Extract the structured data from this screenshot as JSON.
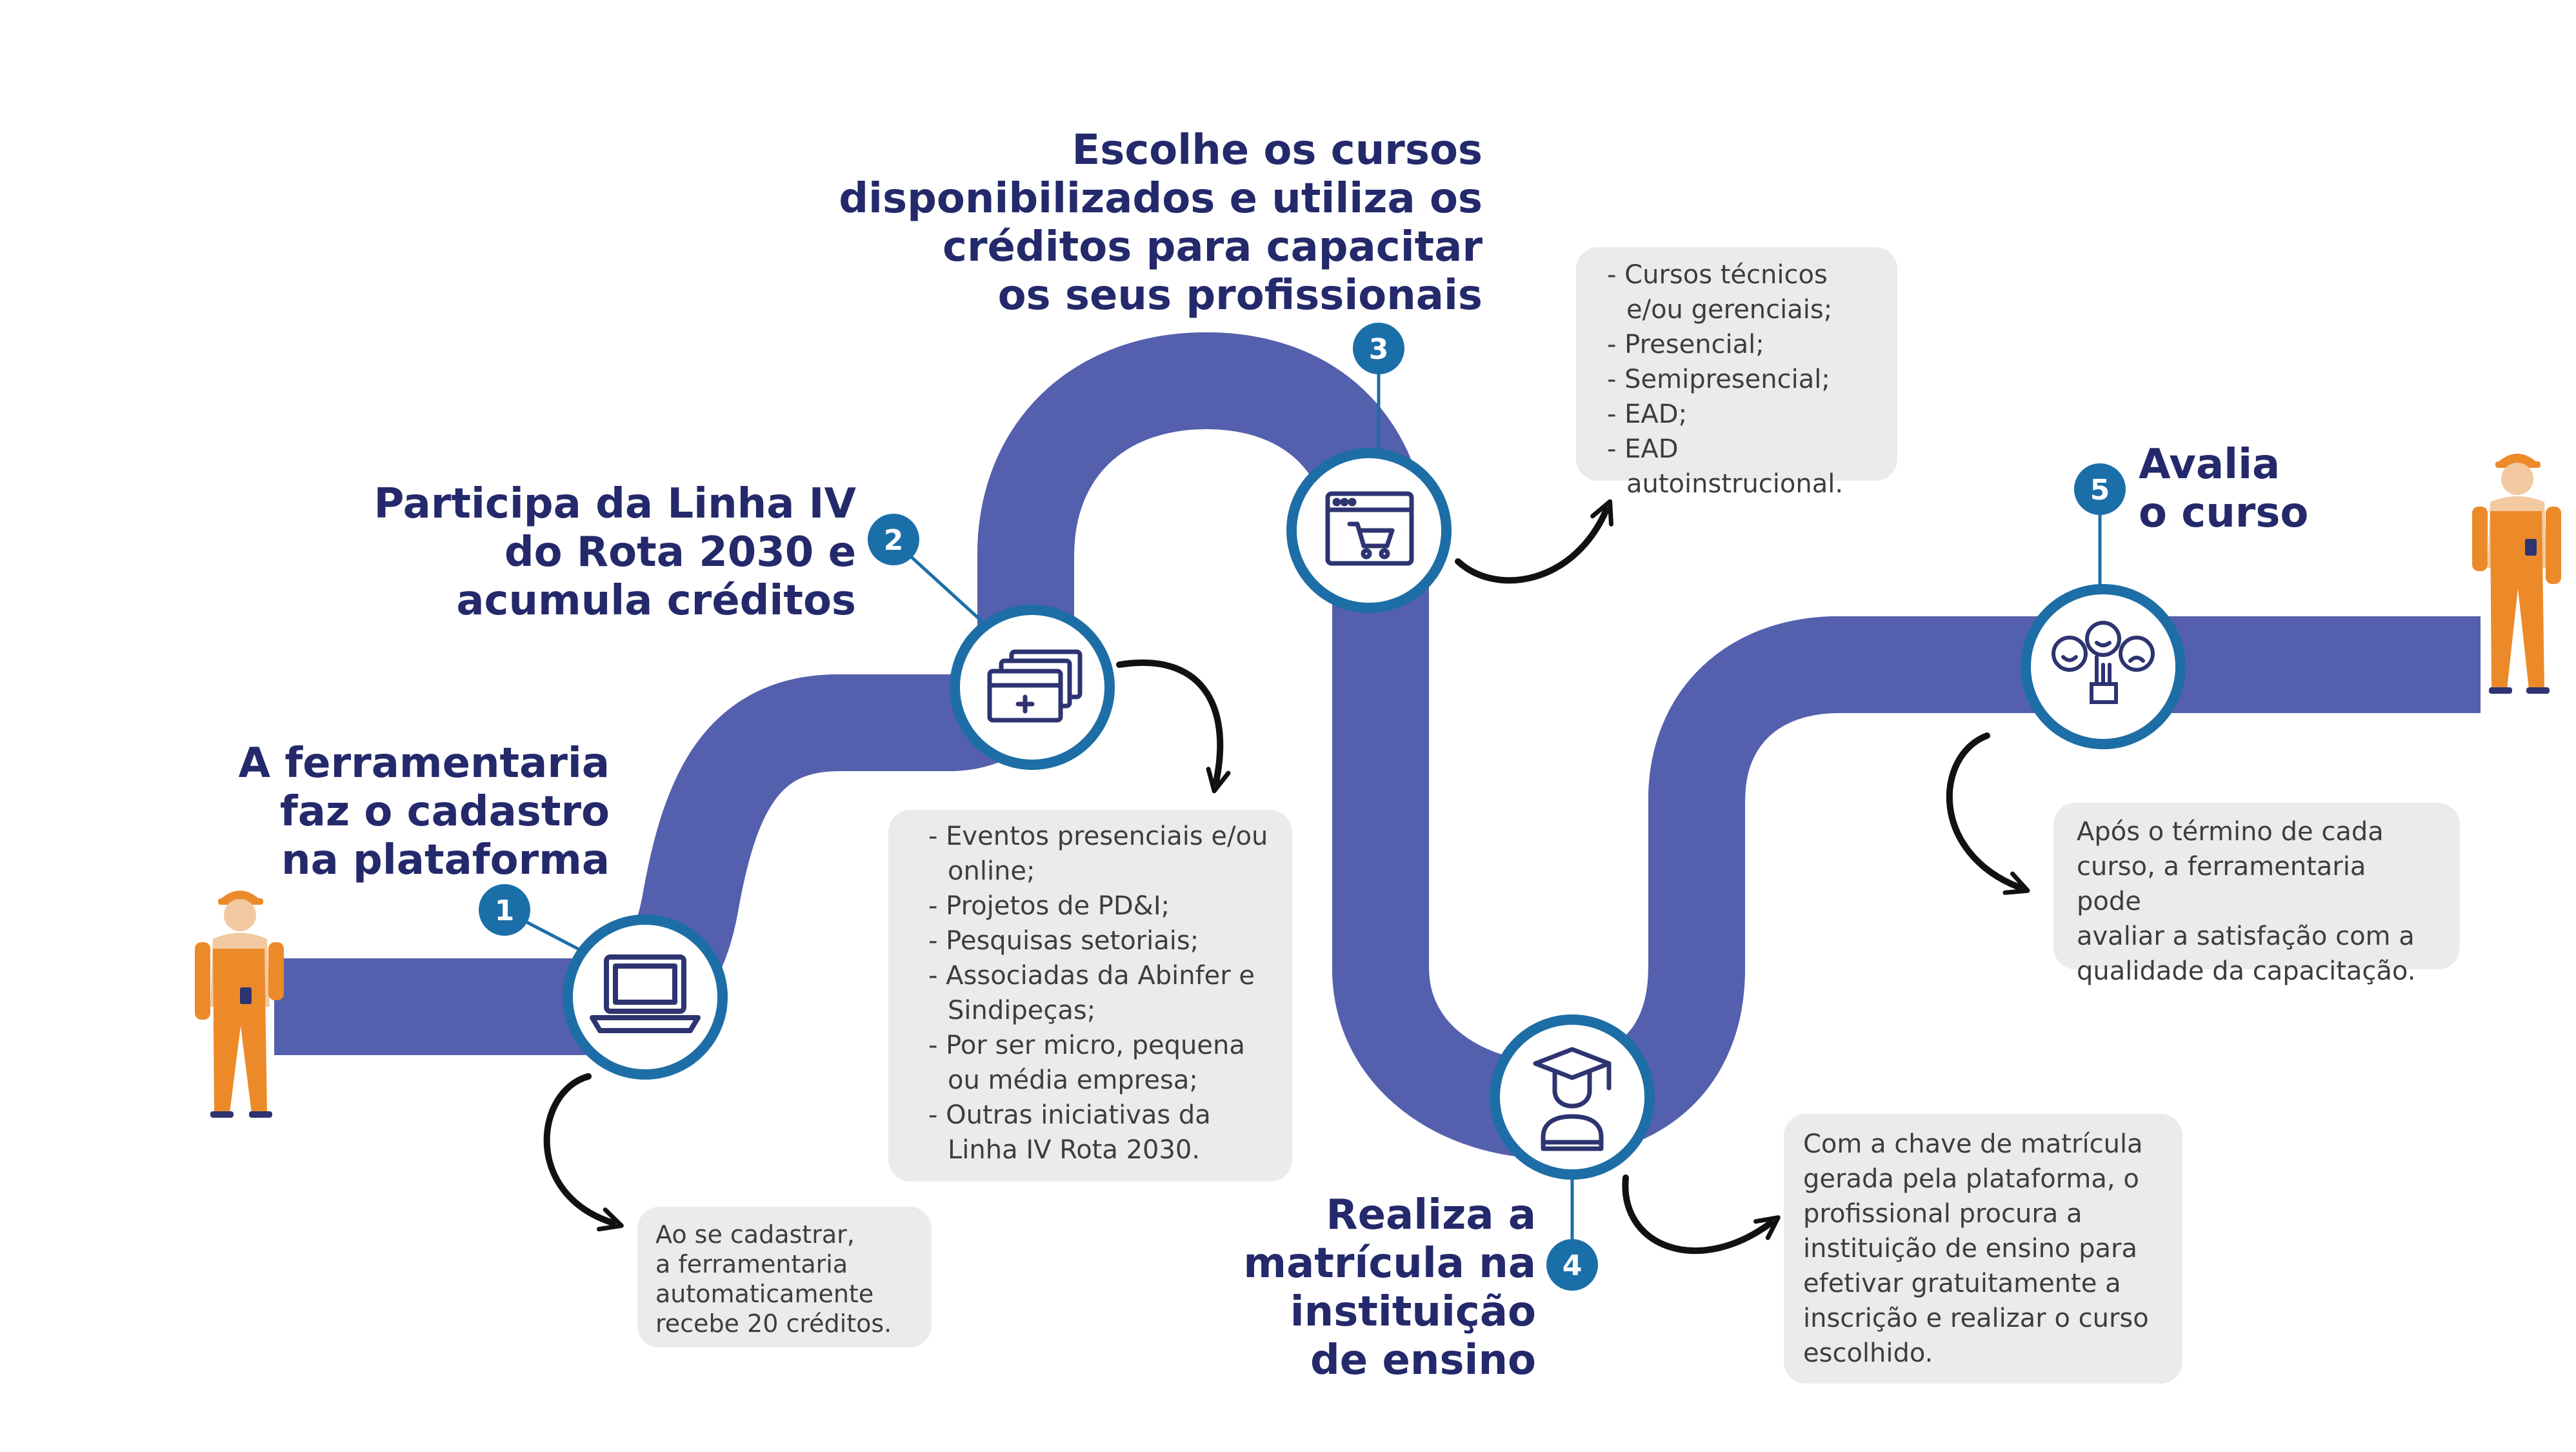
{
  "colors": {
    "road": "#272c69",
    "road_edge": "#5460ad",
    "accent": "#1b6fa8",
    "ring": "#1d6ea6",
    "icon": "#2d3470",
    "text_title": "#24296b",
    "box_bg": "#ebebeb",
    "worker_orange": "#ec8a2a"
  },
  "steps": [
    {
      "number": "1",
      "title": "A ferramentaria\nfaz o cadastro\nna plataforma",
      "icon": "laptop-icon",
      "note": "Ao se cadastrar,\na ferramentaria\nautomaticamente\nrecebe 20 créditos."
    },
    {
      "number": "2",
      "title": "Participa da Linha IV\ndo Rota 2030 e\nacumula créditos",
      "icon": "credit-cards-icon",
      "items": [
        "Eventos presenciais e/ou online;",
        "Projetos de PD&I;",
        "Pesquisas setoriais;",
        "Associadas da Abinfer e Sindipeças;",
        "Por ser micro, pequena ou média empresa;",
        "Outras iniciativas da Linha IV Rota 2030."
      ]
    },
    {
      "number": "3",
      "title": "Escolhe os cursos\ndisponibilizados e utiliza os\ncréditos para capacitar\nos seus profissionais",
      "icon": "shopping-cart-browser-icon",
      "items": [
        "Cursos técnicos e/ou gerenciais;",
        "Presencial;",
        "Semipresencial;",
        "EAD;",
        "EAD autoinstrucional."
      ]
    },
    {
      "number": "4",
      "title": "Realiza a\nmatrícula na\ninstituição\nde ensino",
      "icon": "graduate-icon",
      "note": "Com a chave de matrícula\ngerada pela plataforma, o\nprofissional procura a\ninstituição de ensino para\nefetivar gratuitamente a\ninscrição e realizar o curso\nescolhido."
    },
    {
      "number": "5",
      "title": "Avalia\no curso",
      "icon": "satisfaction-faces-icon",
      "note": "Após o término de cada\ncurso, a ferramentaria pode\navaliar a satisfação com a\nqualidade da capacitação."
    }
  ],
  "figures": [
    "worker-start-figure",
    "worker-end-figure"
  ]
}
